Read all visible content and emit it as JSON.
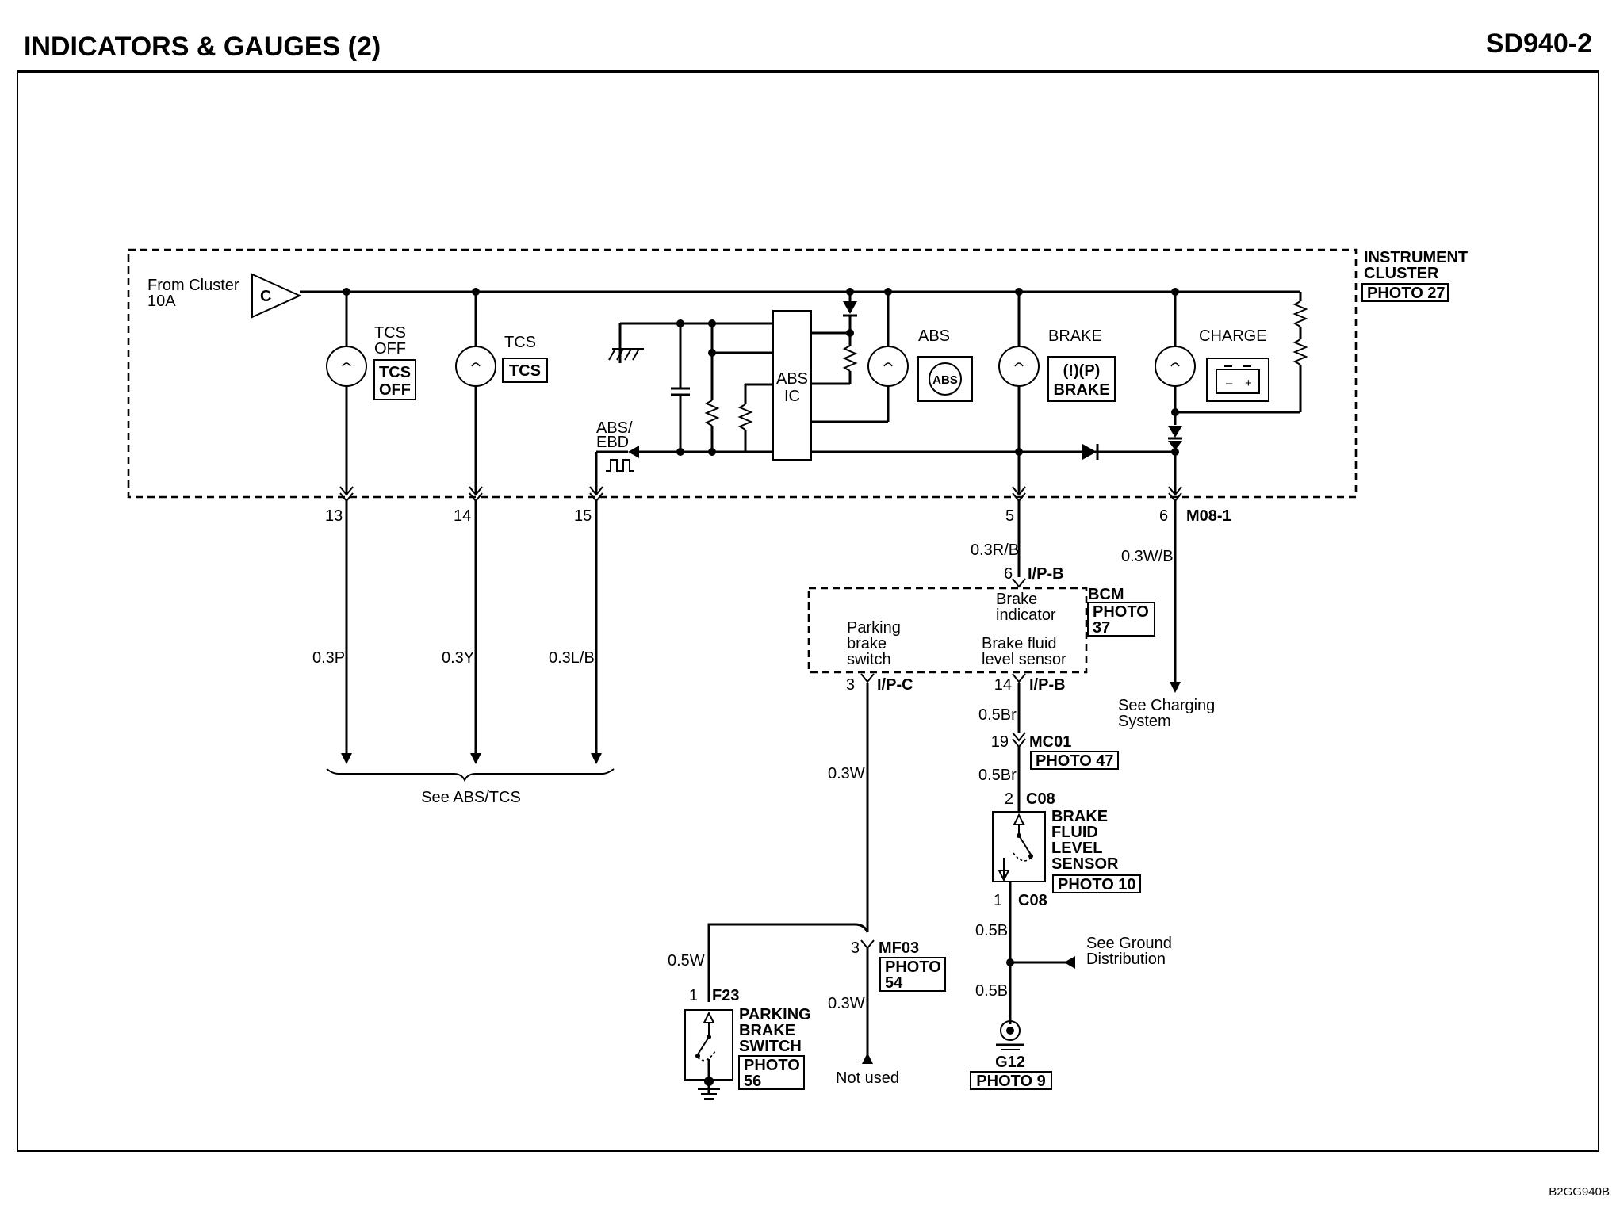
{
  "header": {
    "title": "INDICATORS & GAUGES (2)",
    "code": "SD940-2"
  },
  "footer": {
    "figure_code": "B2GG940B"
  },
  "cluster": {
    "name": "INSTRUMENT CLUSTER",
    "photo": "PHOTO 27",
    "source_label": "From Cluster 10A",
    "fuse_letter": "C",
    "abs_ic": "ABS IC",
    "abs_ebd": "ABS/ EBD",
    "lamps": {
      "tcs_off": {
        "label": "TCS OFF",
        "badge": "TCS OFF"
      },
      "tcs": {
        "label": "TCS",
        "badge": "TCS"
      },
      "abs": {
        "label": "ABS",
        "badge": "ABS"
      },
      "brake": {
        "label": "BRAKE",
        "badge": "BRAKE"
      },
      "charge": {
        "label": "CHARGE"
      }
    }
  },
  "pins": {
    "p13": "13",
    "p14": "14",
    "p15": "15",
    "p5": "5",
    "p6": "6",
    "m08": "M08-1"
  },
  "wires": {
    "w_tcsoff": "0.3P",
    "w_tcs": "0.3Y",
    "w_absebd": "0.3L/B",
    "w_brake": "0.3R/B",
    "w_charge": "0.3W/B",
    "w_pbs": "0.3W",
    "w_br1": "0.5Br",
    "w_br2": "0.5Br",
    "w_f23": "0.5W",
    "w_notused": "0.3W",
    "w_g1": "0.5B",
    "w_g2": "0.5B"
  },
  "bcm": {
    "name": "BCM",
    "photo": "PHOTO 37",
    "brake_indicator": "Brake indicator",
    "parking_switch": "Parking brake switch",
    "fluid_sensor": "Brake fluid level sensor",
    "ip_b_top": {
      "pin": "6",
      "conn": "I/P-B"
    },
    "ip_c": {
      "pin": "3",
      "conn": "I/P-C"
    },
    "ip_b_bot": {
      "pin": "14",
      "conn": "I/P-B"
    }
  },
  "connectors": {
    "mc01": {
      "pin": "19",
      "name": "MC01",
      "photo": "PHOTO 47"
    },
    "c08_top": {
      "pin": "2",
      "name": "C08"
    },
    "c08_bot": {
      "pin": "1",
      "name": "C08"
    },
    "mf03": {
      "pin": "3",
      "name": "MF03",
      "photo": "PHOTO 54"
    },
    "f23": {
      "pin": "1",
      "name": "F23"
    }
  },
  "components": {
    "fluid_sensor": {
      "name": "BRAKE FLUID LEVEL SENSOR",
      "photo": "PHOTO 10"
    },
    "parking_switch": {
      "name": "PARKING BRAKE SWITCH",
      "photo": "PHOTO 56"
    },
    "ground": {
      "name": "G12",
      "photo": "PHOTO 9"
    }
  },
  "notes": {
    "see_abs_tcs": "See ABS/TCS",
    "see_charging": "See Charging System",
    "see_ground": "See Ground Distribution",
    "not_used": "Not used"
  }
}
